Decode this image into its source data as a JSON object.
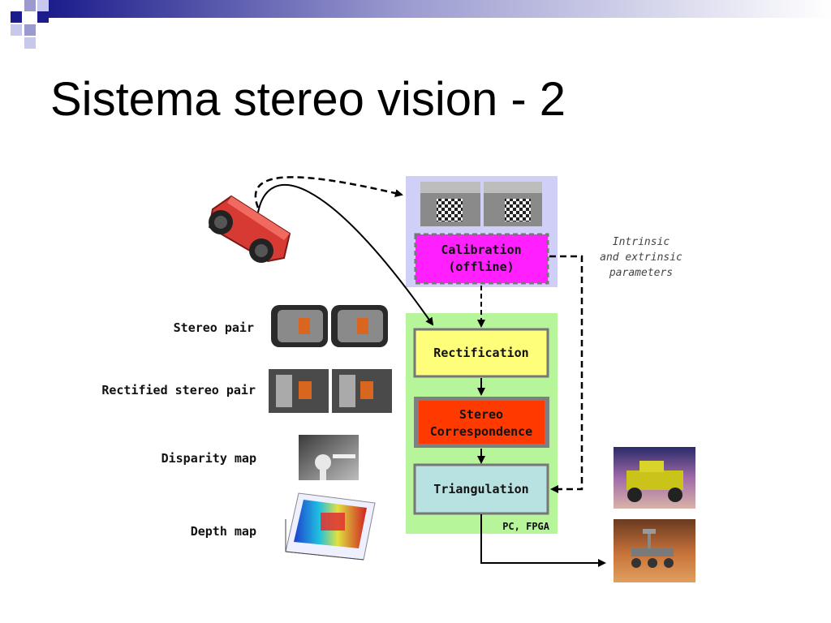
{
  "slide": {
    "title": "Sistema stereo vision - 2"
  },
  "diagram": {
    "blocks": {
      "calibration": "Calibration",
      "calibration_sub": "(offline)",
      "rectification": "Rectification",
      "stereo_1": "Stereo",
      "stereo_2": "Correspondence",
      "triangulation": "Triangulation"
    },
    "params_1": "Intrinsic",
    "params_2": "and extrinsic",
    "params_3": "parameters",
    "platform": "PC, FPGA",
    "stages": {
      "stereo_pair": "Stereo pair",
      "rectified_pair": "Rectified stereo pair",
      "disparity_map": "Disparity map",
      "depth_map": "Depth map"
    },
    "colors": {
      "calibration_panel": "#cfcff7",
      "processing_panel": "#b6f59a",
      "calibration_box": "#ff1fff",
      "rectification_box": "#fffe7a",
      "stereo_box": "#ff3a00",
      "triangulation_box": "#b8e2e2",
      "camera": "#d63a33"
    }
  }
}
